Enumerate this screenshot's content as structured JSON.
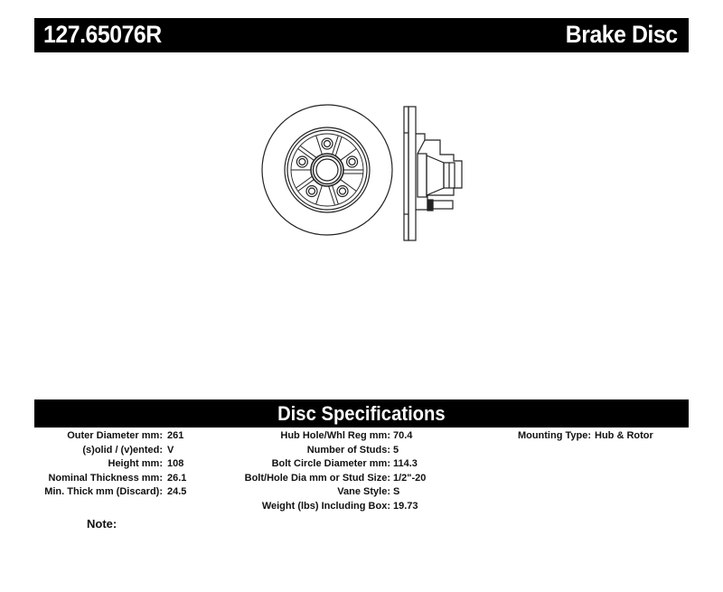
{
  "header": {
    "part_number": "127.65076R",
    "product_type": "Brake Disc"
  },
  "drawing": {
    "front_view": "disc-front-view",
    "side_view": "disc-side-profile-view"
  },
  "specifications": {
    "title": "Disc Specifications",
    "column1": [
      {
        "label": "Outer Diameter mm:",
        "value": "261"
      },
      {
        "label": "(s)olid / (v)ented:",
        "value": "V"
      },
      {
        "label": "Height mm:",
        "value": "108"
      },
      {
        "label": "Nominal Thickness mm:",
        "value": "26.1"
      },
      {
        "label": "Min. Thick mm (Discard):",
        "value": "24.5"
      }
    ],
    "column2": [
      {
        "label": "Hub Hole/Whl Reg mm:",
        "value": "70.4"
      },
      {
        "label": "Number of Studs:",
        "value": "5"
      },
      {
        "label": "Bolt Circle Diameter mm:",
        "value": "114.3"
      },
      {
        "label": "Bolt/Hole Dia mm or Stud Size:",
        "value": "1/2\"-20"
      },
      {
        "label": "Vane Style:",
        "value": "S"
      },
      {
        "label": "Weight (lbs) Including Box:",
        "value": "19.73"
      }
    ],
    "column3": [
      {
        "label": "Mounting Type:",
        "value": "Hub & Rotor"
      }
    ],
    "note_label": "Note:"
  }
}
